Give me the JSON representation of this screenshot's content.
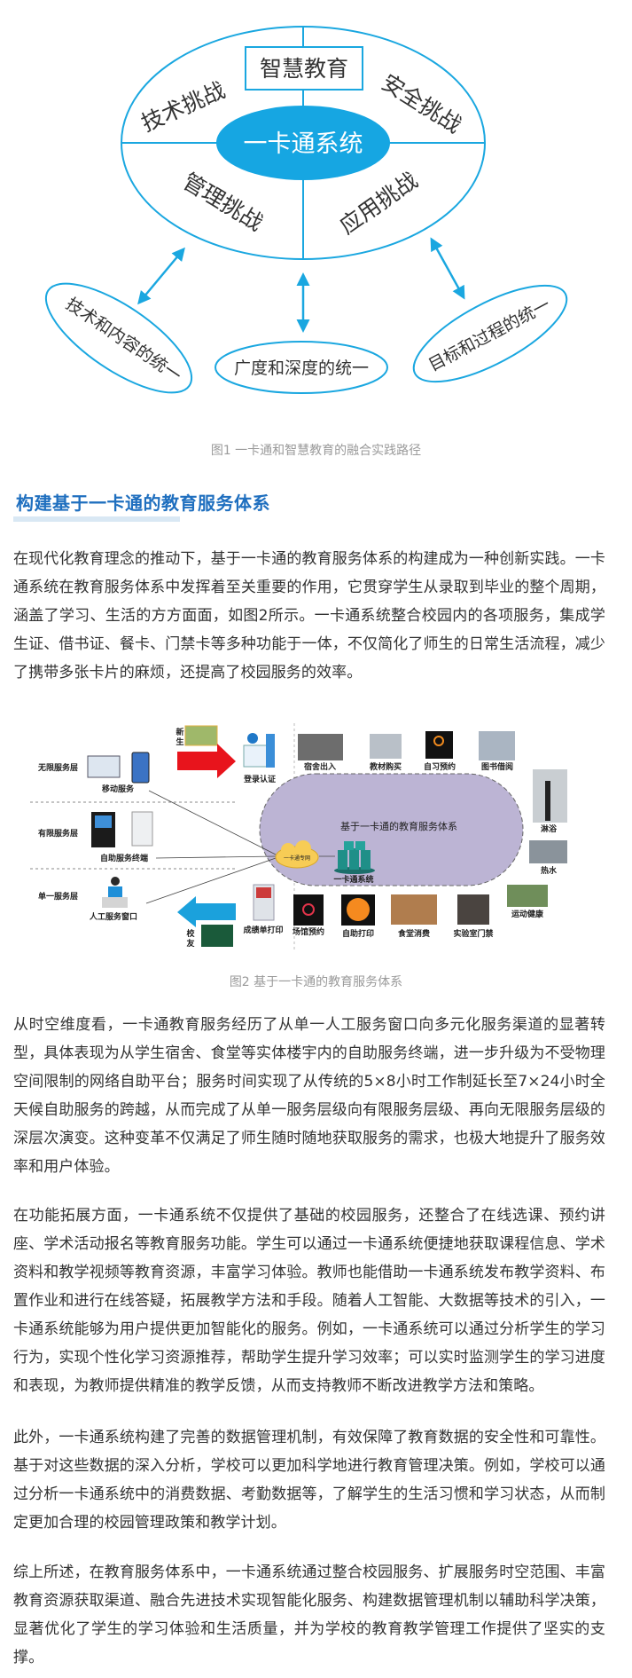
{
  "figure1": {
    "top_box": "智慧教育",
    "center": "一卡通系统",
    "quadrants": [
      "技术挑战",
      "安全挑战",
      "管理挑战",
      "应用挑战"
    ],
    "unities": [
      "技术和内容的统一",
      "广度和深度的统一",
      "目标和过程的统一"
    ],
    "caption": "图1 一卡通和智慧教育的融合实践路径",
    "color": "#1aa7e0"
  },
  "section": {
    "heading": "构建基于一卡通的教育服务体系"
  },
  "figure2": {
    "title": "基于一卡通的教育服务体系",
    "layers": [
      "无限服务层",
      "有限服务层",
      "单一服务层"
    ],
    "newcomer": [
      "新",
      "生"
    ],
    "alumni": [
      "校",
      "友"
    ],
    "login": "登录认证",
    "mobile": "移动服务",
    "terminal": "自助服务终端",
    "manual": "人工服务窗口",
    "network": "一卡通专网",
    "system": "一卡通系统",
    "top_services": [
      "宿舍出入",
      "教材购买",
      "自习预约",
      "图书借阅"
    ],
    "right_services": [
      "淋浴",
      "热水",
      "运动健康"
    ],
    "bottom_services": [
      "成绩单打印",
      "场馆预约",
      "自助打印",
      "食堂消费",
      "实验室门禁"
    ],
    "caption": "图2 基于一卡通的教育服务体系"
  },
  "paragraphs": [
    "在现代化教育理念的推动下，基于一卡通的教育服务体系的构建成为一种创新实践。一卡通系统在教育服务体系中发挥着至关重要的作用，它贯穿学生从录取到毕业的整个周期，涵盖了学习、生活的方方面面，如图2所示。一卡通系统整合校园内的各项服务，集成学生证、借书证、餐卡、门禁卡等多种功能于一体，不仅简化了师生的日常生活流程，减少了携带多张卡片的麻烦，还提高了校园服务的效率。",
    "从时空维度看，一卡通教育服务经历了从单一人工服务窗口向多元化服务渠道的显著转型，具体表现为从学生宿舍、食堂等实体楼宇内的自助服务终端，进一步升级为不受物理空间限制的网络自助平台；服务时间实现了从传统的5×8小时工作制延长至7×24小时全天候自助服务的跨越，从而完成了从单一服务层级向有限服务层级、再向无限服务层级的深层次演变。这种变革不仅满足了师生随时随地获取服务的需求，也极大地提升了服务效率和用户体验。",
    "在功能拓展方面，一卡通系统不仅提供了基础的校园服务，还整合了在线选课、预约讲座、学术活动报名等教育服务功能。学生可以通过一卡通系统便捷地获取课程信息、学术资料和教学视频等教育资源，丰富学习体验。教师也能借助一卡通系统发布教学资料、布置作业和进行在线答疑，拓展教学方法和手段。随着人工智能、大数据等技术的引入，一卡通系统能够为用户提供更加智能化的服务。例如，一卡通系统可以通过分析学生的学习行为，实现个性化学习资源推荐，帮助学生提升学习效率；可以实时监测学生的学习进度和表现，为教师提供精准的教学反馈，从而支持教师不断改进教学方法和策略。",
    "此外，一卡通系统构建了完善的数据管理机制，有效保障了教育数据的安全性和可靠性。基于对这些数据的深入分析，学校可以更加科学地进行教育管理决策。例如，学校可以通过分析一卡通系统中的消费数据、考勤数据等，了解学生的生活习惯和学习状态，从而制定更加合理的校园管理政策和教学计划。",
    "综上所述，在教育服务体系中，一卡通系统通过整合校园服务、扩展服务时空范围、丰富教育资源获取渠道、融合先进技术实现智能化服务、构建数据管理机制以辅助科学决策，显著优化了学生的学习体验和生活质量，并为学校的教育教学管理工作提供了坚实的支撑。"
  ]
}
